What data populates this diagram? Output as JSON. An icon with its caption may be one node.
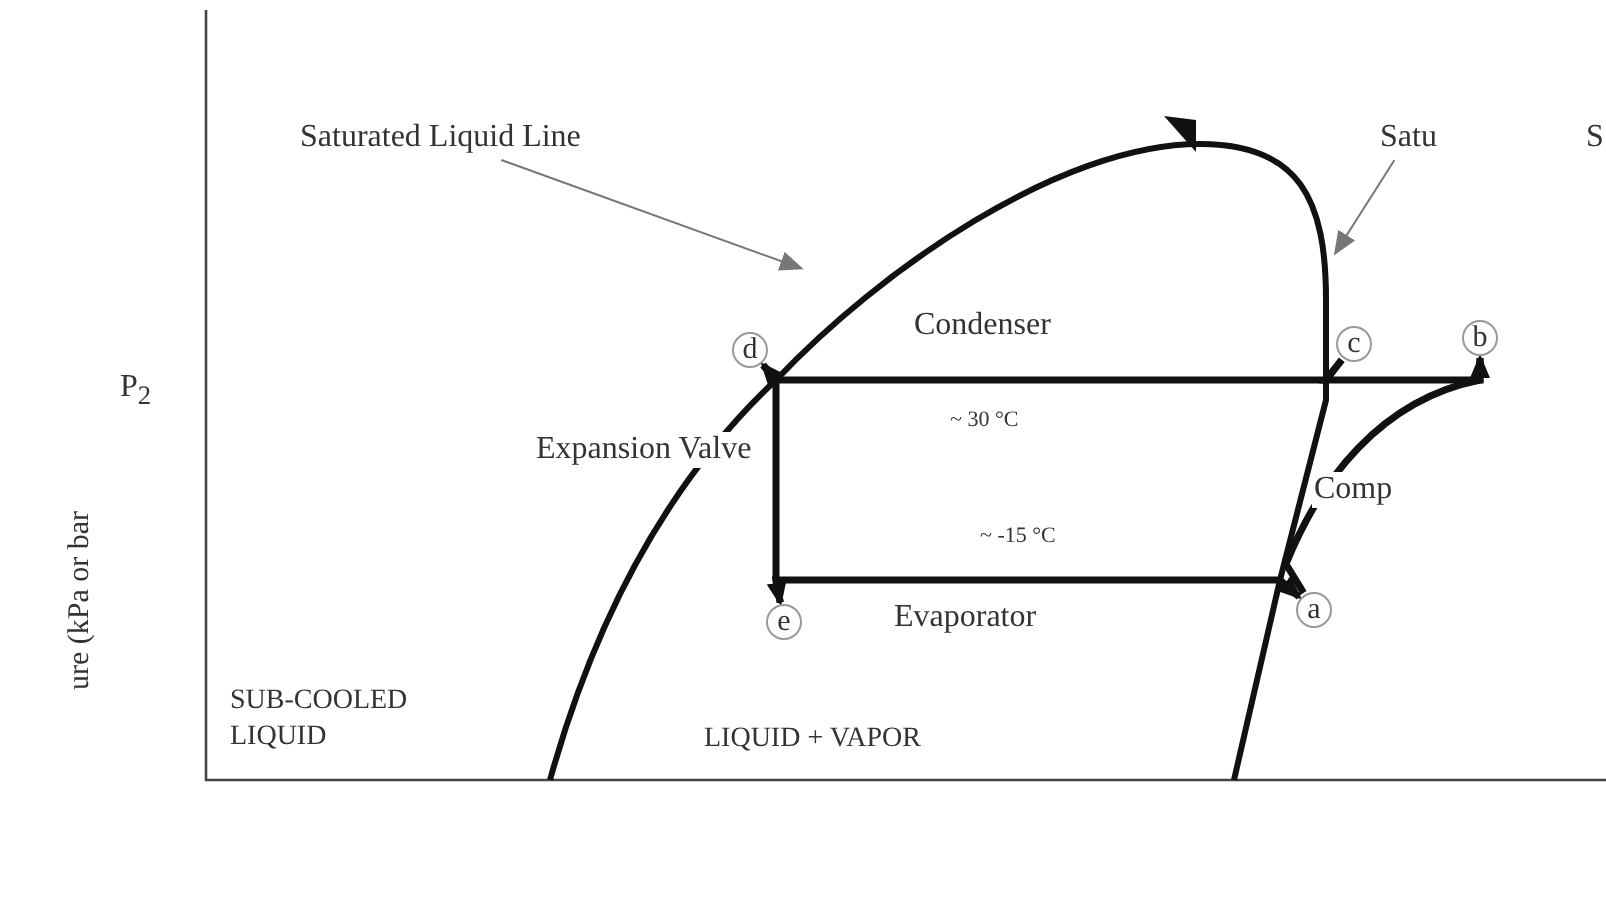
{
  "diagram": {
    "nodes": [
      {
        "text": [
          "Saturated Liquid Line"
        ]
      },
      {
        "text": [
          "Satu"
        ]
      },
      {
        "text": [
          "d"
        ]
      },
      {
        "text": [
          "c"
        ]
      },
      {
        "text": [
          "b"
        ]
      },
      {
        "text": [
          "e"
        ]
      },
      {
        "text": [
          "a"
        ]
      }
    ],
    "edges": [
      {
        "from": 0,
        "to": null,
        "arrow": "to",
        "color": "#777777"
      },
      {
        "from": 1,
        "to": null,
        "arrow": "to",
        "color": "#777777"
      },
      {
        "from": 2,
        "to": 5,
        "arrow": "to",
        "label": "Expansion Valve"
      },
      {
        "from": 5,
        "to": 6,
        "arrow": "to",
        "label": "Evaporator"
      },
      {
        "from": 6,
        "to": 4,
        "arrow": "to",
        "label": "Comp"
      },
      {
        "from": 4,
        "to": 3,
        "arrow": "none"
      },
      {
        "from": 3,
        "to": 2,
        "arrow": "to",
        "label": "Condenser"
      }
    ],
    "labels": [
      "ure (kPa or bar",
      "S",
      "P$_{2}$",
      "~ 30 °C",
      "~ -15 °C",
      "SUB-COOLED LIQUID",
      "LIQUID + VAPOR"
    ]
  }
}
